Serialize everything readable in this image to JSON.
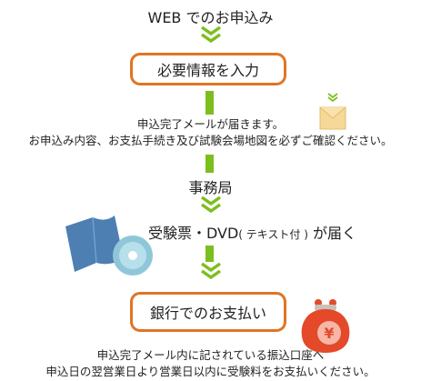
{
  "flow": {
    "step1": "WEB でのお申込み",
    "step2": "必要情報を入力",
    "step2_note_line1": "申込完了メールが届きます。",
    "step2_note_line2": "お申込み内容、お支払手続き及び試験会場地図を必ずご確認ください。",
    "step3": "事務局",
    "step4_part1": "受験票・DVD",
    "step4_part2": "( テキスト付 )",
    "step4_part3": " が届く",
    "step5": "銀行でのお支払い",
    "step5_note_line1": "申込完了メール内に記されている振込口座へ",
    "step5_note_line2": "申込日の翌営業日より営業日以内に受験料をお支払いください。"
  },
  "icons": {
    "purse_symbol": "¥"
  },
  "colors": {
    "accent_orange": "#e07524",
    "arrow_green": "#7dbe1f",
    "book_blue": "#4d7fb3",
    "purse_red": "#e4492a"
  }
}
